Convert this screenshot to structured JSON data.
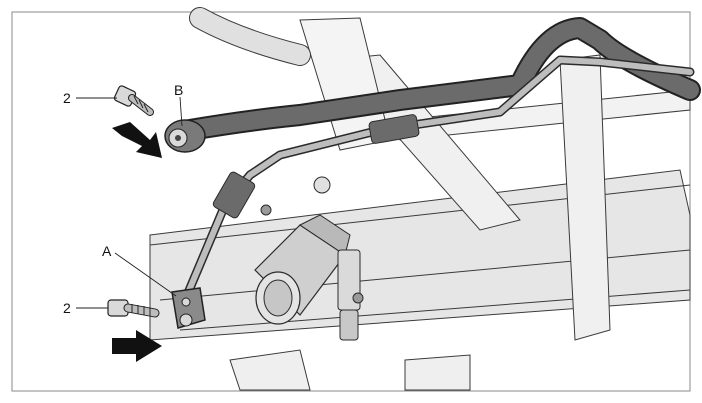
{
  "callouts": {
    "a": "A",
    "b": "B",
    "bolt_upper": "2",
    "bolt_lower": "2"
  },
  "colors": {
    "line": "#3a3a3a",
    "hose_fill": "#6b6b6b",
    "pipe_fill": "#bdbdbd",
    "frame_fill": "#e8e8e8",
    "component_fill": "#d4d4d4",
    "arrow_fill": "#111111",
    "border": "#8a8a8a"
  }
}
